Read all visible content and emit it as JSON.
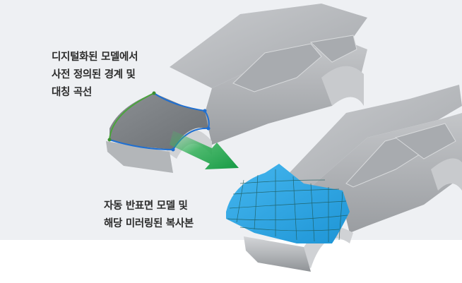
{
  "captions": {
    "source": {
      "lines": [
        "디지털화된 모델에서",
        "사전 정의된 경계 및",
        "대칭 곡선"
      ]
    },
    "result": {
      "lines": [
        "자동 반표면 모델 및",
        "해당 미러링된 복사본"
      ]
    }
  },
  "illustration": {
    "source_car": {
      "body_color": "#b9bcbf",
      "hood_color": "#7d8185",
      "boundary_curve_color": "#1f6fd1",
      "symmetry_curve_color": "#4aa53b"
    },
    "arrow": {
      "color": "#1fa84a",
      "direction": "down-right"
    },
    "result_car": {
      "body_color": "#b9bcbf",
      "hood_color": "#2fa8e6",
      "mesh_line_color": "#1d5a5a"
    }
  },
  "colors": {
    "background_top": "#eef0f3",
    "background_bottom": "#ffffff",
    "caption_text": "#2b2b2b"
  }
}
